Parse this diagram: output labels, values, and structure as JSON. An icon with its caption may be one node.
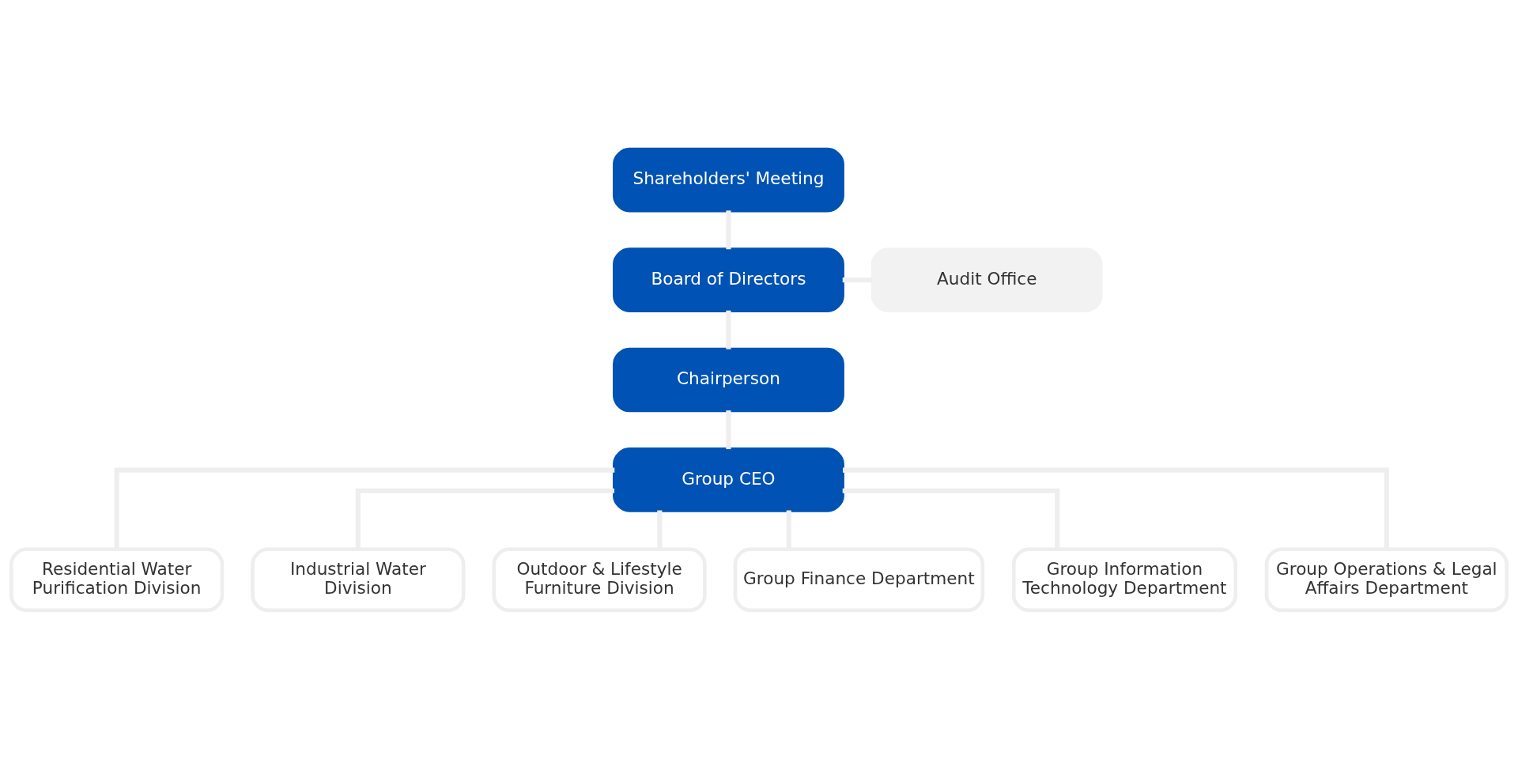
{
  "diagram": {
    "nodes": [
      {
        "text": [
          "Shareholders' Meeting"
        ]
      },
      {
        "text": [
          "Board of Directors"
        ]
      },
      {
        "text": [
          "Audit Office"
        ]
      },
      {
        "text": [
          "Chairperson"
        ]
      },
      {
        "text": [
          "Group CEO"
        ]
      },
      {
        "text": [
          "Residential Water Purification Division"
        ]
      },
      {
        "text": [
          "Industrial Water Division"
        ]
      },
      {
        "text": [
          "Outdoor & Lifestyle Furniture Division"
        ]
      },
      {
        "text": [
          "Group Finance Department"
        ]
      },
      {
        "text": [
          "Group Information Technology Department"
        ]
      },
      {
        "text": [
          "Group Operations & Legal Affairs Department"
        ]
      }
    ],
    "edges": [
      {
        "from": 0,
        "to": 1,
        "arrow": "none"
      },
      {
        "from": 1,
        "to": 3,
        "arrow": "none"
      },
      {
        "from": 1,
        "to": 2,
        "arrow": "none"
      },
      {
        "from": 3,
        "to": 4,
        "arrow": "none"
      },
      {
        "from": 4,
        "to": 5,
        "arrow": "none"
      },
      {
        "from": 4,
        "to": 6,
        "arrow": "none"
      },
      {
        "from": 4,
        "to": 7,
        "arrow": "none"
      },
      {
        "from": 4,
        "to": 8,
        "arrow": "none"
      },
      {
        "from": 4,
        "to": 9,
        "arrow": "none"
      },
      {
        "from": 4,
        "to": 10,
        "arrow": "none"
      }
    ]
  }
}
